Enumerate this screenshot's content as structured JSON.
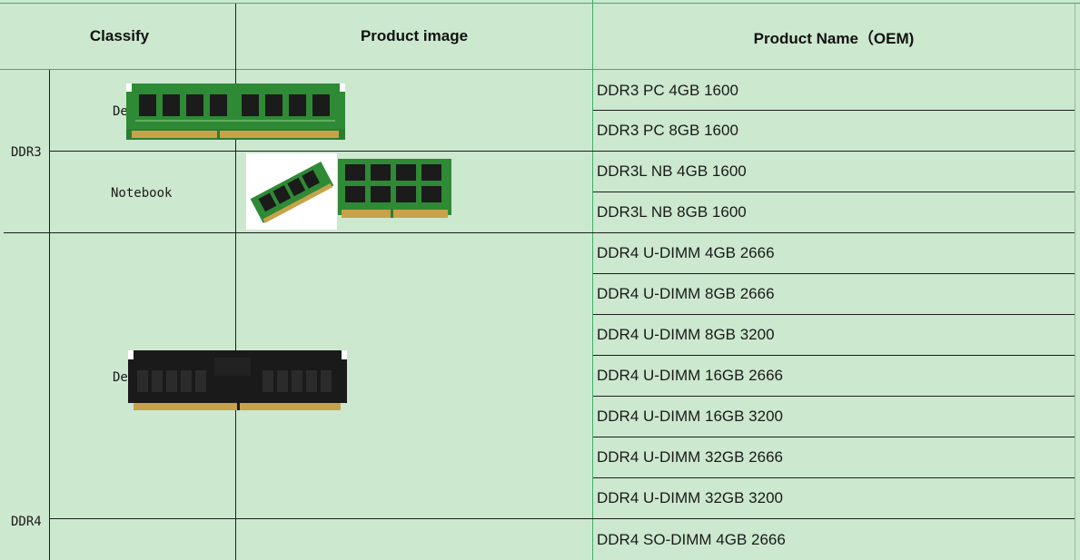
{
  "header": {
    "classify": "Classify",
    "product_image": "Product image",
    "product_name": "Product Name（OEM)"
  },
  "groups": [
    {
      "type": "DDR3",
      "rows": [
        {
          "form": "De",
          "products": [
            "DDR3 PC 4GB 1600",
            "DDR3 PC 8GB 1600"
          ]
        },
        {
          "form": "Notebook",
          "products": [
            "DDR3L NB 4GB 1600",
            "DDR3L NB 8GB 1600"
          ]
        }
      ]
    },
    {
      "type": "DDR4",
      "rows": [
        {
          "form": "De",
          "products": [
            "DDR4 U-DIMM 4GB 2666",
            "DDR4 U-DIMM 8GB 2666",
            "DDR4 U-DIMM 8GB 3200",
            "DDR4 U-DIMM 16GB 2666",
            "DDR4 U-DIMM 16GB 3200",
            "DDR4 U-DIMM 32GB 2666",
            "DDR4 U-DIMM 32GB 3200"
          ]
        },
        {
          "form": "",
          "products": [
            "DDR4 SO-DIMM 4GB 2666"
          ]
        }
      ]
    }
  ],
  "colors": {
    "sheet_bg": "#cce8cf",
    "grid_line": "#1e1e1e",
    "accent_line": "#3fae6a",
    "pcb_green": "#2f8a35",
    "chip_black": "#1b1b1b",
    "gold_pins": "#c8a24a"
  }
}
